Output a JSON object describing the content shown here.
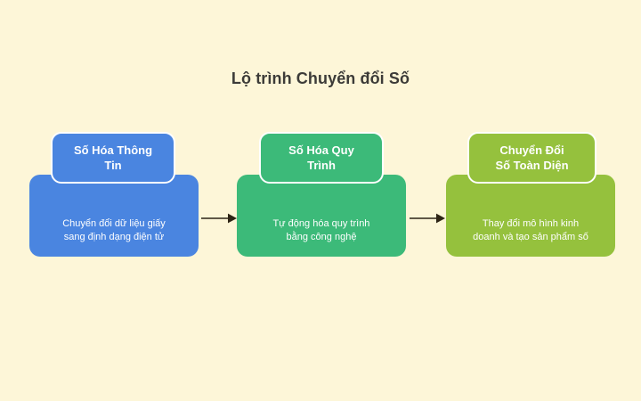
{
  "page": {
    "title": "Lộ trình Chuyển đổi Số",
    "background_color": "#fdf6d8",
    "title_color": "#3c3b38"
  },
  "stages": [
    {
      "header": "Số Hóa Thông\nTin",
      "body": "Chuyển đổi dữ liệu giấy\nsang định dạng điện tử",
      "color": "#4a85e0"
    },
    {
      "header": "Số Hóa Quy\nTrình",
      "body": "Tự động hóa quy trình\nbằng công nghệ",
      "color": "#3cba79"
    },
    {
      "header": "Chuyển Đổi\nSố Toàn Diện",
      "body": "Thay đổi mô hình kinh\ndoanh và tạo sản phẩm số",
      "color": "#95c13d"
    }
  ],
  "connectors": [
    {
      "name": "arrow-stage1-to-stage2",
      "color": "#2d2415"
    },
    {
      "name": "arrow-stage2-to-stage3",
      "color": "#2d2415"
    }
  ]
}
